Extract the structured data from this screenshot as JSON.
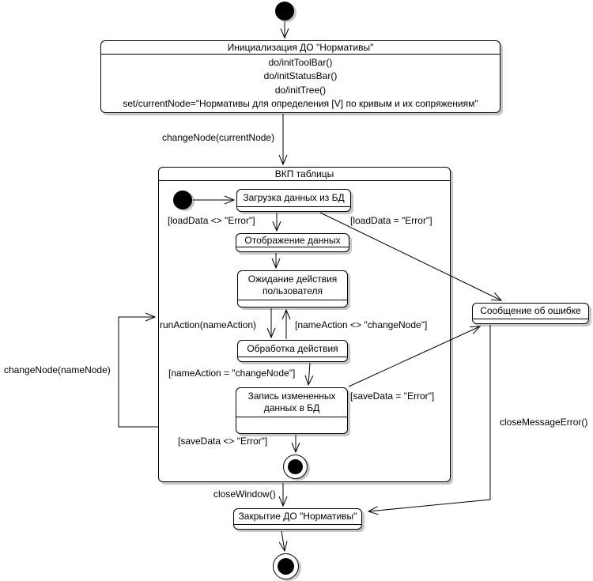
{
  "colors": {
    "border": "#000000",
    "shadow": "#c6c6c6",
    "bg": "#ffffff"
  },
  "diagram": {
    "states": {
      "init": {
        "title": "Инициализация ДО \"Нормативы\"",
        "actions": [
          "do/initToolBar()",
          "do/initStatusBar()",
          "do/initTree()",
          "set/currentNode=\"Нормативы для определения [V] по кривым и их сопряжениям\""
        ]
      },
      "composite": {
        "title": "ВКП таблицы"
      },
      "load_data": {
        "label": "Загрузка данных из БД"
      },
      "display_data": {
        "label": "Отображение данных"
      },
      "wait_user": {
        "line1": "Ожидание действия",
        "line2": "пользователя"
      },
      "process_action": {
        "label": "Обработка действия"
      },
      "save_data": {
        "line1": "Запись измененных",
        "line2": "данных в БД"
      },
      "error_message": {
        "label": "Сообщение об ошибке"
      },
      "close_do": {
        "label": "Закрытие ДО \"Нормативы\""
      }
    },
    "transitions": {
      "change_node_current": "changeNode(currentNode)",
      "load_ok": "[loadData <> \"Error\"]",
      "load_error": "[loadData = \"Error\"]",
      "run_action": "runAction(nameAction)",
      "name_action_neq": "[nameAction <> \"changeNode\"]",
      "name_action_eq": "[nameAction = \"changeNode\"]",
      "save_error": "[saveData = \"Error\"]",
      "save_ok": "[saveData <> \"Error\"]",
      "change_node_name": "changeNode(nameNode)",
      "close_window": "closeWindow()",
      "close_message_error": "closeMessageError()"
    }
  }
}
